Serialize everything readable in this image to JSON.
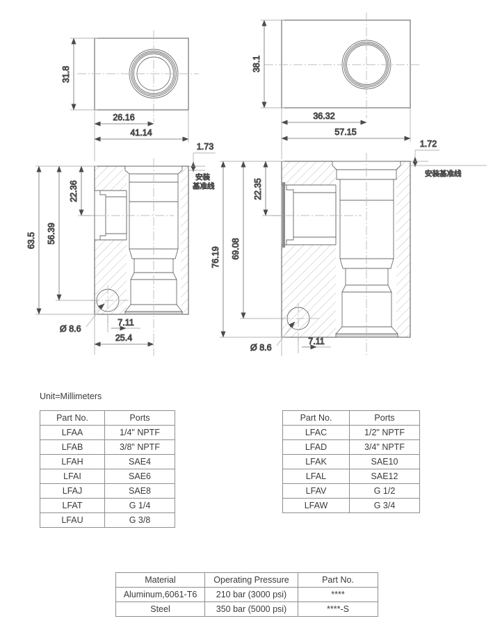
{
  "unit_note": "Unit=Millimeters",
  "views": {
    "top_left": {
      "name": "small-body-top-view",
      "dim_height": "31.8",
      "dim_hole_center": "26.16",
      "dim_width": "41.14"
    },
    "top_right": {
      "name": "large-body-top-view",
      "dim_height": "38.1",
      "dim_hole_center": "36.32",
      "dim_width": "57.15"
    },
    "section_left": {
      "name": "small-body-section-view",
      "dim_overall_height": "63.5",
      "dim_mount_height": "56.39",
      "dim_port_center": "22.36",
      "dim_offset_top": "1.73",
      "dim_hole_dia": "Ø 8.6",
      "dim_hole_offset": "7.11",
      "dim_depth": "25.4",
      "datum_label_line1": "安装",
      "datum_label_line2": "基准线"
    },
    "section_right": {
      "name": "large-body-section-view",
      "dim_overall_height": "76.19",
      "dim_mount_height": "69.08",
      "dim_port_center": "22.35",
      "dim_offset_top": "1.72",
      "dim_hole_dia": "Ø 8.6",
      "dim_hole_offset": "7.11",
      "datum_label": "安装基准线"
    }
  },
  "ports_table_left": {
    "headers": [
      "Part No.",
      "Ports"
    ],
    "rows": [
      [
        "LFAA",
        "1/4\" NPTF"
      ],
      [
        "LFAB",
        "3/8\" NPTF"
      ],
      [
        "LFAH",
        "SAE4"
      ],
      [
        "LFAI",
        "SAE6"
      ],
      [
        "LFAJ",
        "SAE8"
      ],
      [
        "LFAT",
        "G 1/4"
      ],
      [
        "LFAU",
        "G 3/8"
      ]
    ]
  },
  "ports_table_right": {
    "headers": [
      "Part No.",
      "Ports"
    ],
    "rows": [
      [
        "LFAC",
        "1/2\" NPTF"
      ],
      [
        "LFAD",
        "3/4\" NPTF"
      ],
      [
        "LFAK",
        "SAE10"
      ],
      [
        "LFAL",
        "SAE12"
      ],
      [
        "LFAV",
        "G 1/2"
      ],
      [
        "LFAW",
        "G 3/4"
      ]
    ]
  },
  "material_table": {
    "headers": [
      "Material",
      "Operating Pressure",
      "Part No."
    ],
    "rows": [
      [
        "Aluminum,6061-T6",
        "210 bar (3000 psi)",
        "****"
      ],
      [
        "Steel",
        "350 bar (5000 psi)",
        "****-S"
      ]
    ]
  },
  "colors": {
    "line": "#4a4a4a",
    "thin_line": "#7a7a7a",
    "hatch": "#b8b8b8",
    "center_line": "#b0b0b0",
    "table_border": "#8d8d8d",
    "text": "#3a3a3a"
  }
}
